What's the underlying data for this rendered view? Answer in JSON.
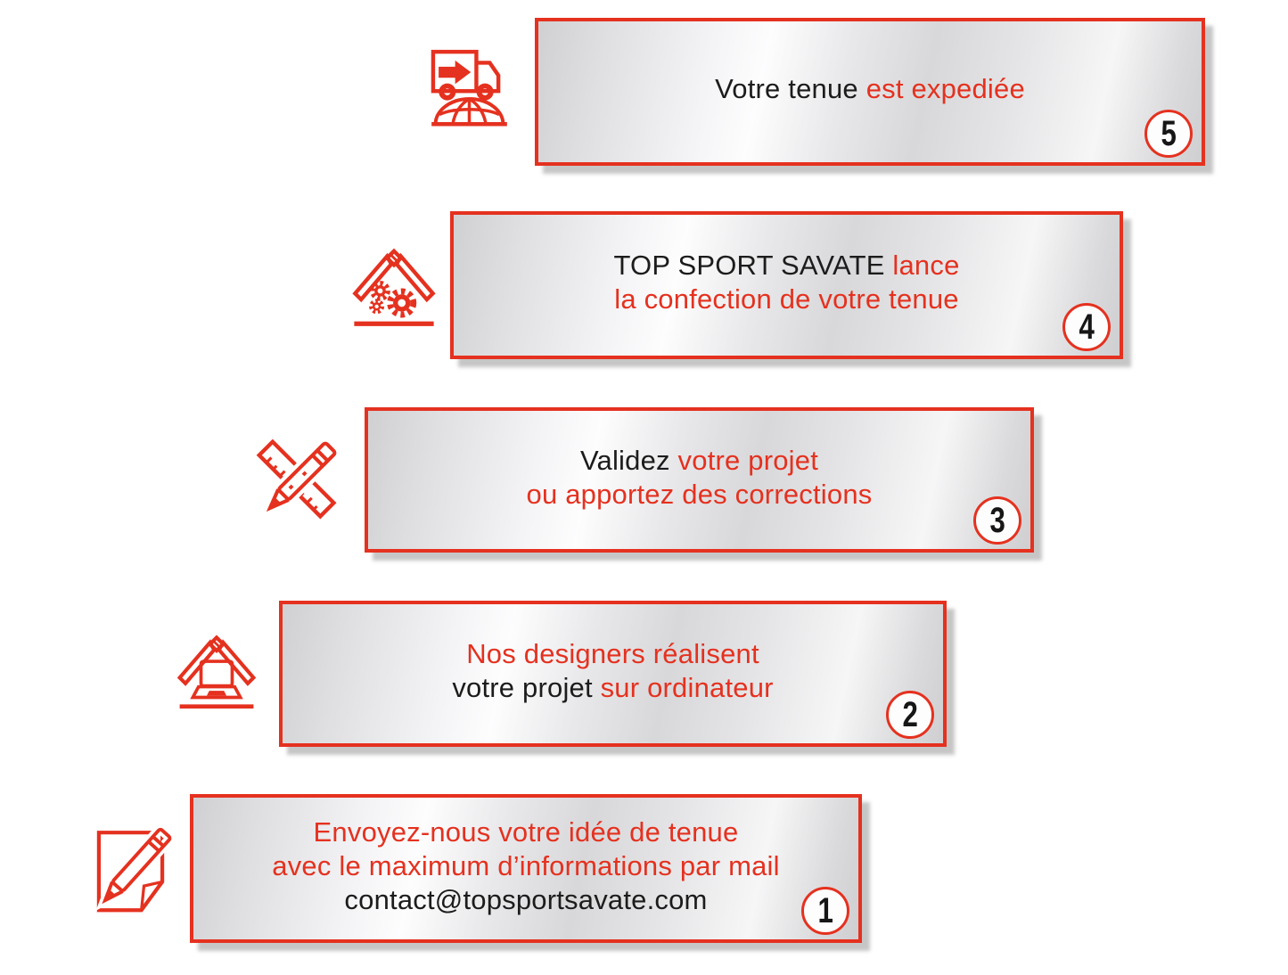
{
  "colors": {
    "red": "#e5311f",
    "black": "#1c1c1c",
    "shadow": "rgba(128,128,128,.45)",
    "box_silver_light": "#fdfdfe",
    "box_silver_dark": "#d0d0d2",
    "badge_background": "#fdfdfd",
    "page_background": "#ffffff"
  },
  "steps": [
    {
      "number": "1",
      "icon": "paper-pencil-icon",
      "lines": [
        [
          {
            "t": "Envoyez-nous votre idée de tenue",
            "c": "red"
          }
        ],
        [
          {
            "t": "avec le maximum d’informations par mail",
            "c": "red"
          }
        ],
        [
          {
            "t": "contact@topsportsavate.com",
            "c": "black"
          }
        ]
      ]
    },
    {
      "number": "2",
      "icon": "house-laptop-icon",
      "lines": [
        [
          {
            "t": "Nos designers réalisent",
            "c": "red"
          }
        ],
        [
          {
            "t": "votre projet ",
            "c": "black"
          },
          {
            "t": "sur ordinateur",
            "c": "red"
          }
        ]
      ]
    },
    {
      "number": "3",
      "icon": "ruler-pencil-icon",
      "lines": [
        [
          {
            "t": "Validez ",
            "c": "black"
          },
          {
            "t": "votre projet",
            "c": "red"
          }
        ],
        [
          {
            "t": "ou apportez des corrections",
            "c": "red"
          }
        ]
      ]
    },
    {
      "number": "4",
      "icon": "house-gears-icon",
      "lines": [
        [
          {
            "t": "TOP SPORT SAVATE ",
            "c": "black"
          },
          {
            "t": "lance",
            "c": "red"
          }
        ],
        [
          {
            "t": "la confection de votre tenue",
            "c": "red"
          }
        ]
      ]
    },
    {
      "number": "5",
      "icon": "delivery-truck-globe-icon",
      "lines": [
        [
          {
            "t": "Votre tenue ",
            "c": "black"
          },
          {
            "t": "est expediée",
            "c": "red"
          }
        ]
      ]
    }
  ]
}
